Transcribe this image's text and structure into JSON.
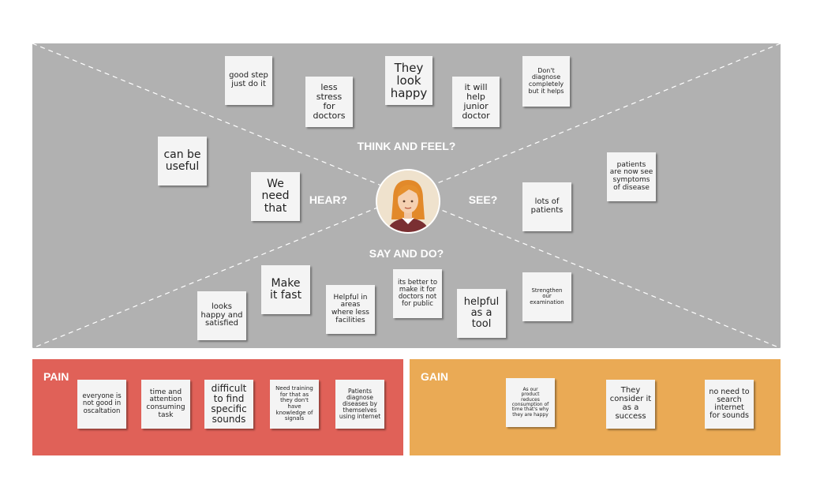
{
  "quadrants": {
    "think_feel": "THINK AND FEEL?",
    "hear": "HEAR?",
    "see": "SEE?",
    "say_do": "SAY AND DO?"
  },
  "avatar": {
    "icon": "woman-avatar-icon"
  },
  "notes": {
    "think": [
      "good step\njust do it",
      "less\nstress\nfor\ndoctors",
      "They\nlook\nhappy",
      "it will\nhelp\njunior\ndoctor",
      "Don't\ndiagnose\ncompletely\nbut it helps"
    ],
    "hear": [
      "can be\nuseful",
      "We\nneed\nthat"
    ],
    "see": [
      "patients\nare now see\nsymptoms\nof disease",
      "lots of\npatients"
    ],
    "say": [
      "looks\nhappy and\nsatisfied",
      "Make\nit fast",
      "Helpful in\nareas\nwhere less\nfacilities",
      "its better to\nmake it for\ndoctors not\nfor public",
      "helpful\nas a\ntool",
      "Strengthen\nour\nexamination"
    ]
  },
  "pain": {
    "title": "PAIN",
    "notes": [
      "everyone is\nnot good in\noscaltation",
      "time and\nattention\nconsuming\ntask",
      "difficult\nto find\nspecific\nsounds",
      "Need training\nfor that as\nthey don't\nhave\nknowledge of\nsignals",
      "Patients\ndiagnose\ndiseases by\nthemselves\nusing internet"
    ]
  },
  "gain": {
    "title": "GAIN",
    "notes": [
      "As our\nproduct\nreduces\nconsumption of\ntime that's why\nthey are happy",
      "They\nconsider it\nas a\nsuccess",
      "no need to\nsearch\ninternet\nfor sounds"
    ]
  },
  "colors": {
    "board": "#b1b1b1",
    "pain": "#e06158",
    "gain": "#eaaa55",
    "note": "#f4f4f4"
  }
}
